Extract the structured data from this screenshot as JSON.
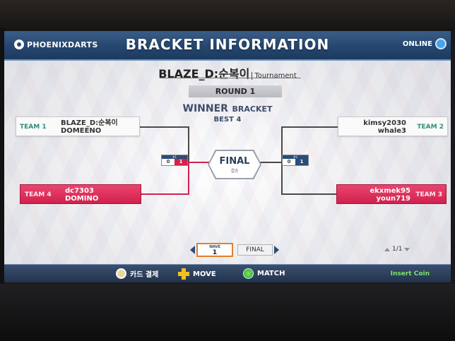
{
  "header": {
    "logo": "PHOENIXDARTS",
    "title": "BRACKET INFORMATION",
    "status": "ONLINE"
  },
  "tournament": {
    "name": "BLAZE_D:순복이",
    "type": "Tournament"
  },
  "round": {
    "label": "ROUND 1",
    "bracket_big": "WINNER",
    "bracket_small": "BRACKET",
    "best": "BEST 4"
  },
  "teams": {
    "team1": {
      "label": "TEAM 1",
      "player1": "BLAZE_D:순복이",
      "player2": "DOMEENO"
    },
    "team2": {
      "label": "TEAM 2",
      "player1": "kimsy2030",
      "player2": "whale3"
    },
    "team3": {
      "label": "TEAM 3",
      "player1": "ekxmek95",
      "player2": "youn719"
    },
    "team4": {
      "label": "TEAM 4",
      "player1": "dc7303",
      "player2": "DOMINO"
    }
  },
  "scores": {
    "left": {
      "header": "#1",
      "a": "0",
      "b": "1"
    },
    "right": {
      "header": "#2",
      "a": "0",
      "b": "1"
    }
  },
  "final": {
    "title": "FINAL",
    "sub": "결승"
  },
  "nav": {
    "wave_label": "WAVE",
    "wave_number": "1",
    "final_tab": "FINAL",
    "page": "1/1"
  },
  "footer": {
    "card": "카드 결제",
    "move": "MOVE",
    "match": "MATCH",
    "insert_coin": "Insert Coin"
  },
  "colors": {
    "header_blue": "#25476f",
    "team_red": "#d2214e",
    "team_label_green": "#2f8f78",
    "insert_coin_green": "#7fe36a"
  }
}
